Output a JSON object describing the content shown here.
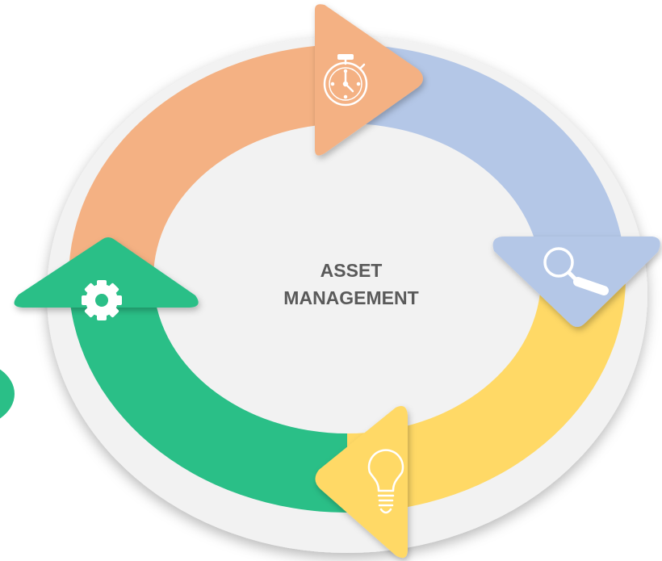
{
  "center": {
    "line1": "ASSET",
    "line2": "MANAGEMENT"
  },
  "colors": {
    "orange": "#F4B183",
    "blue": "#B4C7E7",
    "yellow": "#FFD966",
    "green": "#2ABF87",
    "ring_background": "#F2F2F2",
    "text": "#5A5A5A"
  },
  "stages": [
    {
      "color": "orange",
      "icon": "stopwatch-icon"
    },
    {
      "color": "blue",
      "icon": "magnifier-icon"
    },
    {
      "color": "yellow",
      "icon": "lightbulb-icon"
    },
    {
      "color": "green",
      "icon": "gear-icon"
    }
  ]
}
